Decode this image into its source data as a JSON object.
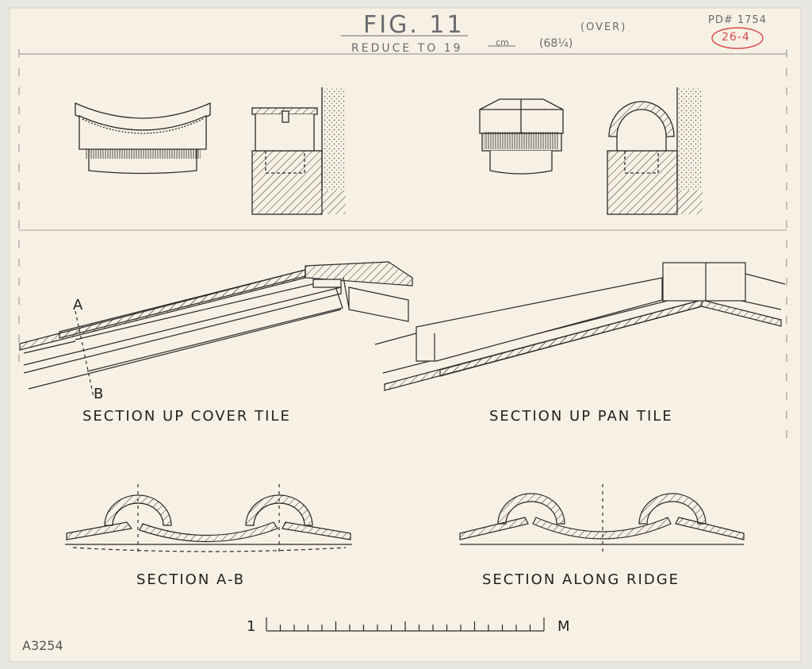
{
  "header": {
    "fig_title": "FIG. 11",
    "reduce_note": "REDUCE  TO  19",
    "reduce_unit": "cm",
    "paren_note": "(68⅟₄)",
    "over_note": "(OVER)",
    "pd_number": "PD# 1754",
    "red_code": "26-4"
  },
  "labels": {
    "a": "A",
    "b": "B",
    "section_cover": "SECTION  UP  COVER  TILE",
    "section_pan": "SECTION  UP  PAN  TILE",
    "section_ab": "SECTION  A-B",
    "section_ridge": "SECTION  ALONG  RIDGE"
  },
  "scale": {
    "start": "1",
    "unit": "M",
    "ticks": 20
  },
  "catalog": "A3254",
  "colors": {
    "paper": "#f6f1e4",
    "ink": "#2a2a2a",
    "pencil": "#6a6a70",
    "red": "#d9484e"
  }
}
